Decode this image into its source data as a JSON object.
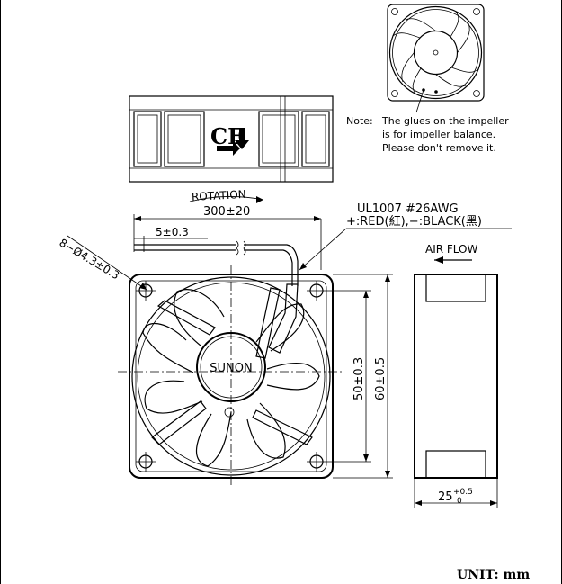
{
  "note": {
    "prefix": "Note:",
    "line1": "The glues on the impeller",
    "line2": "is for impeller balance.",
    "line3": "Please don't remove it."
  },
  "dimensions": {
    "rotation": "ROTATION",
    "cable_length": "300±20",
    "strip": "5±0.3",
    "holes": "8−Ø4.3±0.3",
    "hole_pitch": "50±0.3",
    "frame_size": "60±0.5",
    "thickness": "25",
    "thickness_tol_upper": "+0.5",
    "thickness_tol_lower": "0"
  },
  "wire": {
    "spec": "UL1007  #26AWG",
    "colors": "+:RED(紅),−:BLACK(黑)"
  },
  "airflow": {
    "label": "AIR FLOW"
  },
  "brand": {
    "name": "SUNON"
  },
  "unit": {
    "label": "UNIT: mm"
  },
  "marks": {
    "ce": "CE"
  }
}
